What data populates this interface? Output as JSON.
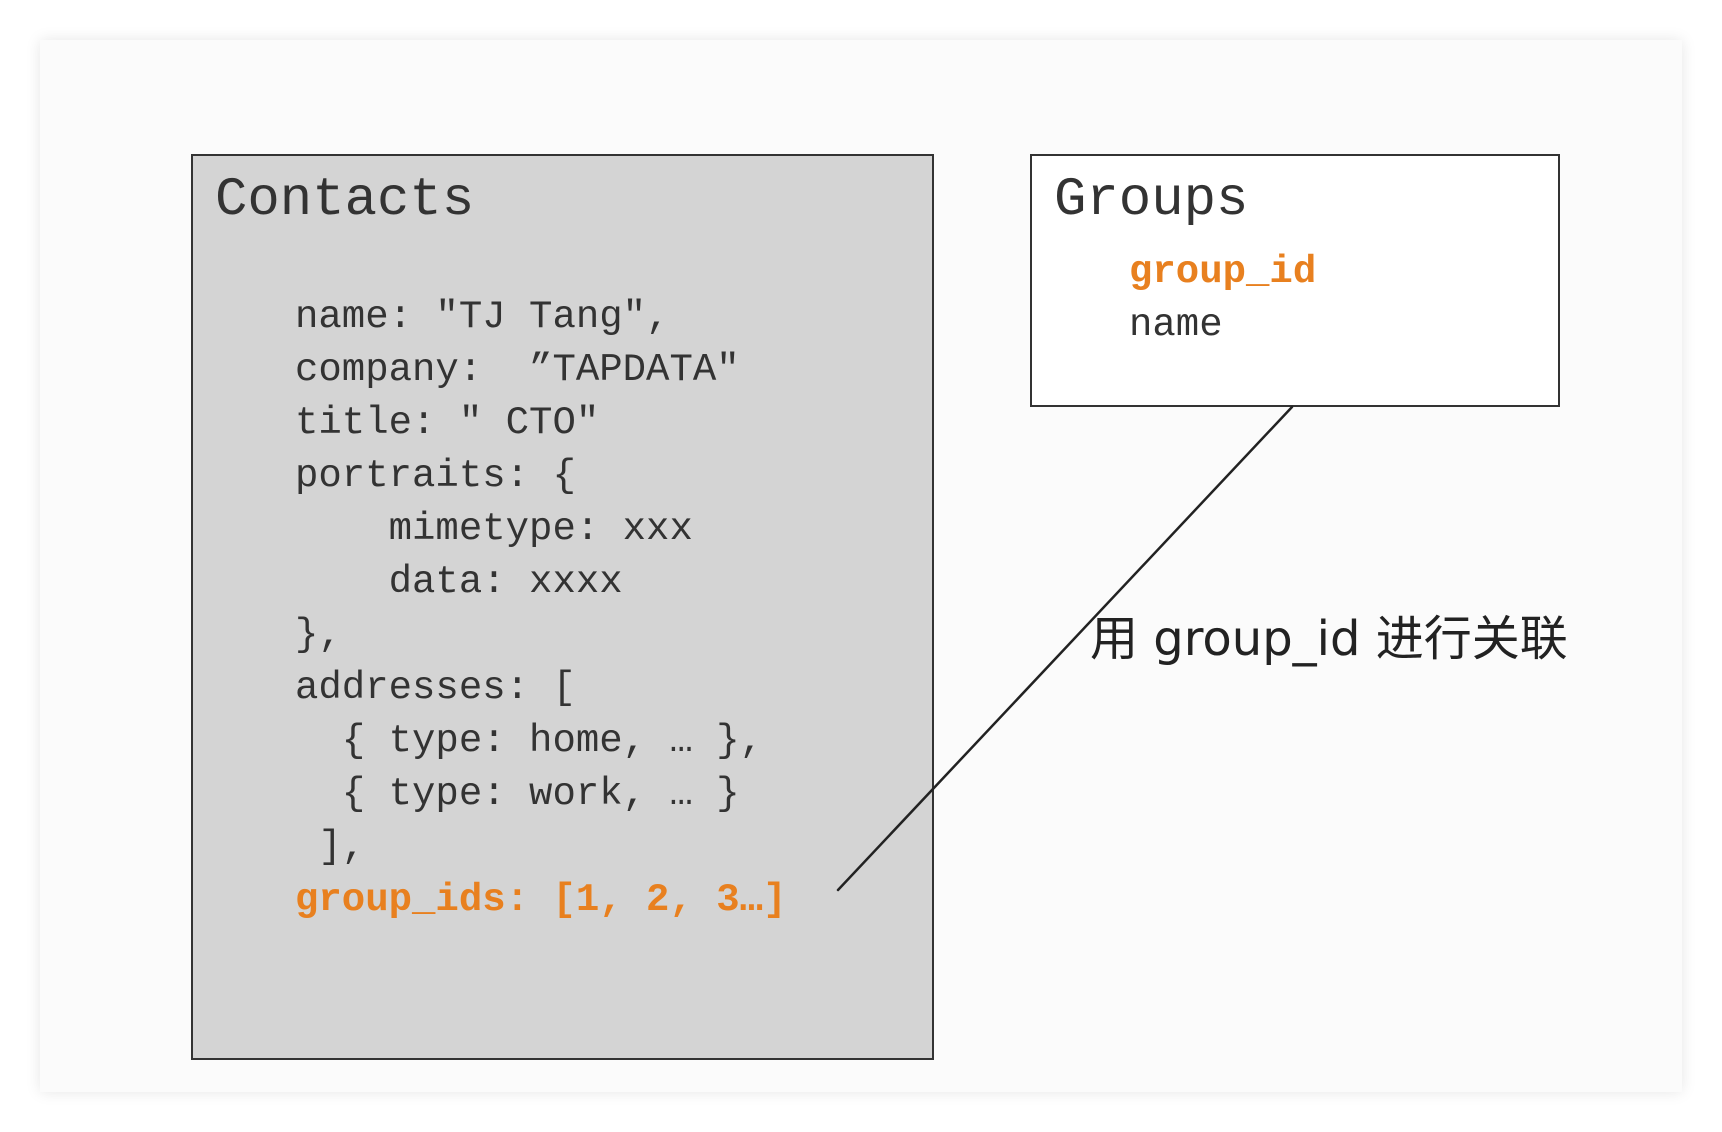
{
  "contacts": {
    "title": "Contacts",
    "lines": [
      "name: \"TJ Tang\",",
      "company:  ”TAPDATA\"",
      "title: \" CTO\"",
      "portraits: {",
      "    mimetype: xxx",
      "    data: xxxx",
      "},",
      "addresses: [",
      "  { type: home, … },",
      "  { type: work, … }",
      " ],"
    ],
    "highlight_line": "group_ids: [1, 2, 3…]"
  },
  "groups": {
    "title": "Groups",
    "fields": {
      "key": "group_id",
      "other": "name"
    }
  },
  "relation": {
    "label": "用 group_id 进行关联"
  },
  "colors": {
    "highlight": "#e8801f",
    "contacts_fill": "#d4d4d4",
    "border": "#333333"
  }
}
